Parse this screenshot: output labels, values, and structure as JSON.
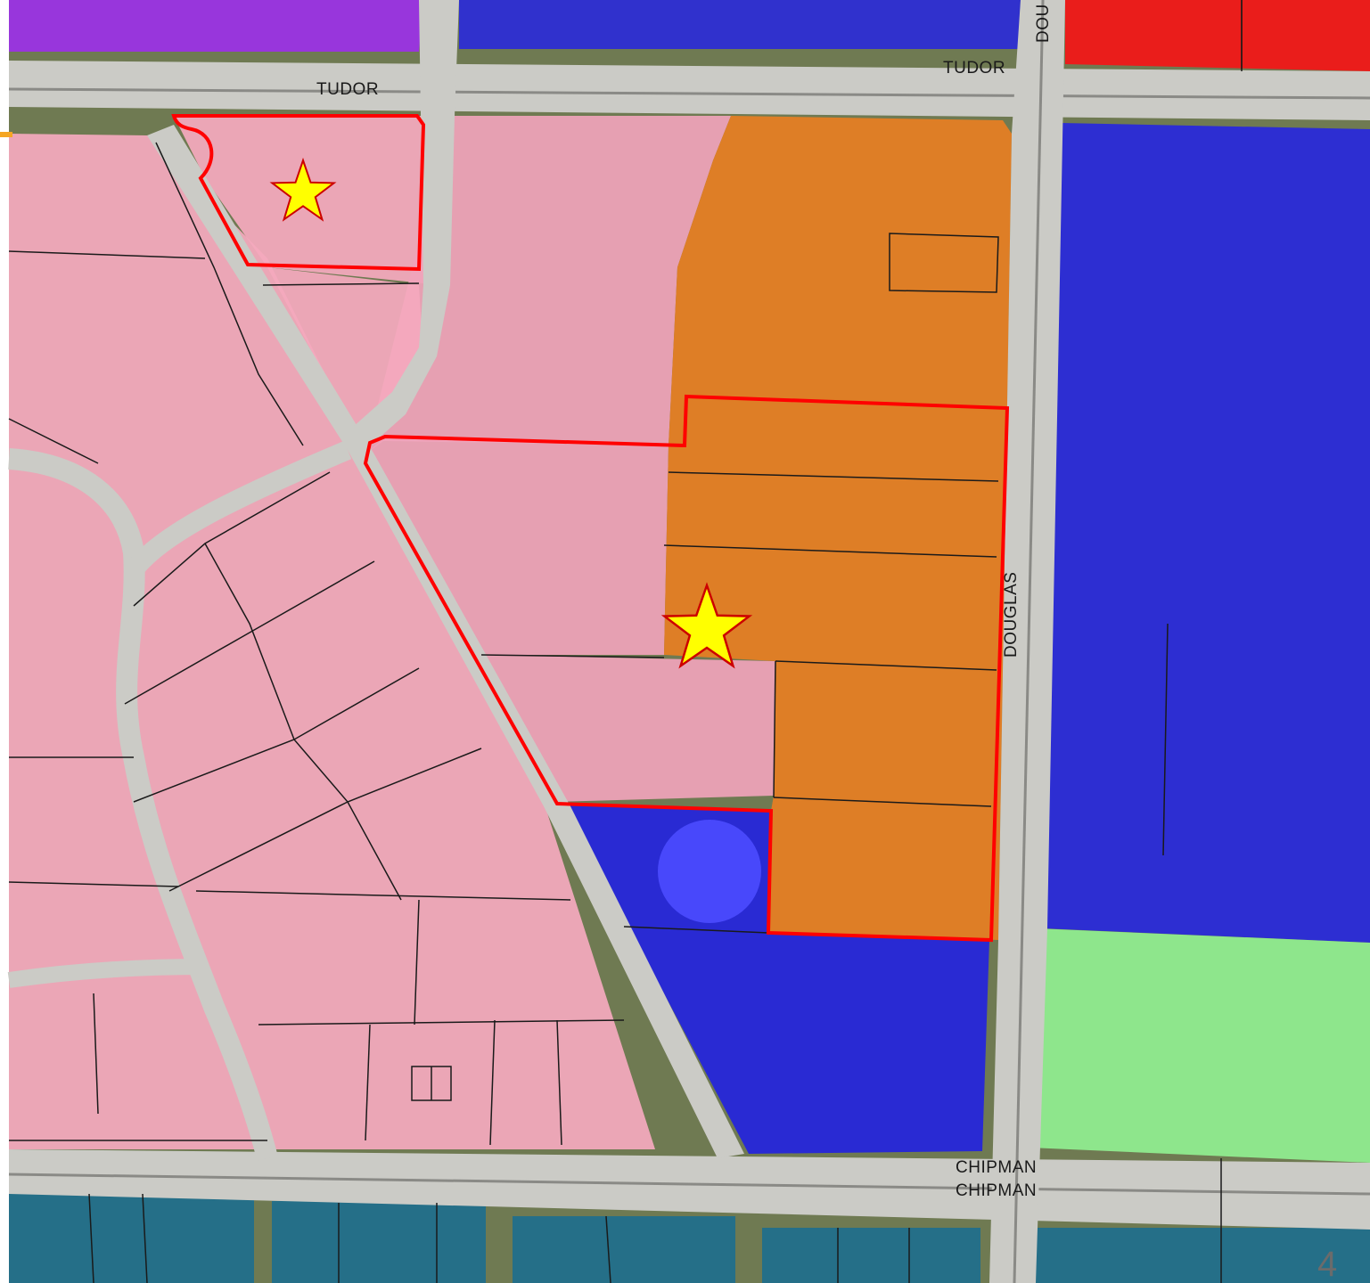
{
  "roads": {
    "tudor_1": "TUDOR",
    "tudor_2": "TUDOR",
    "douglas_top": "DOU",
    "douglas": "DOUGLAS",
    "chipman_1": "CHIPMAN",
    "chipman_2": "CHIPMAN"
  },
  "page_number": "4",
  "colors": {
    "pink_zone": "#f4a0b8",
    "orange_zone": "#e67e22",
    "blue_zone": "#2323e0",
    "green_zone": "#90ee90",
    "teal_zone": "#1f6e8c",
    "purple_zone": "#9b30e8",
    "red_zone": "#f01818",
    "site_outline": "#ff0000",
    "star_fill": "#ffff00",
    "road": "#c9c9c4",
    "aerial_base": "#6f7a52"
  },
  "markers": [
    {
      "name": "site-star-small"
    },
    {
      "name": "site-star-large"
    }
  ]
}
